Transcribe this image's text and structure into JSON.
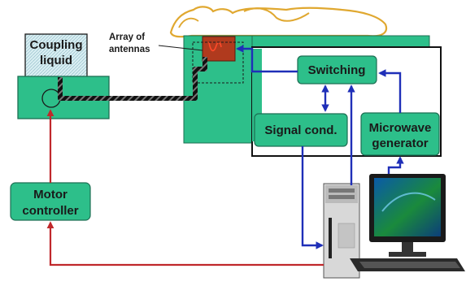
{
  "nodes": {
    "coupling_liquid": {
      "line1": "Coupling",
      "line2": "liquid"
    },
    "array_of_antennas": {
      "line1": "Array of",
      "line2": "antennas"
    },
    "switching": {
      "label": "Switching"
    },
    "signal_cond": {
      "label": "Signal cond."
    },
    "microwave_generator": {
      "line1": "Microwave",
      "line2": "generator"
    },
    "motor_controller": {
      "line1": "Motor",
      "line2": "controller"
    }
  },
  "colors": {
    "box_fill": "#2dbf8a",
    "box_stroke": "#1d6f53",
    "blue_arrow": "#1f2fb8",
    "red_arrow": "#c0282b",
    "tube": "#1a1a1a",
    "liquid": "#d7eef2",
    "antenna_fill": "#b03a1e",
    "outline": "#e0a830"
  }
}
